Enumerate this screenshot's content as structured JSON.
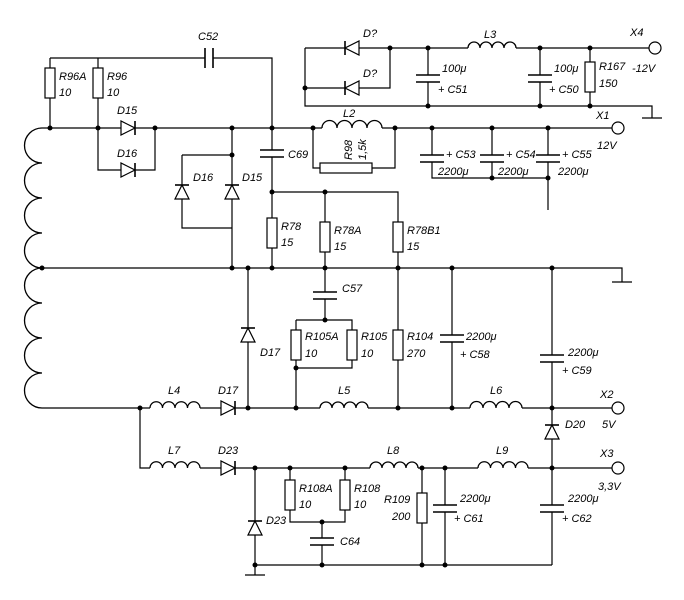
{
  "labels": {
    "c52": "C52",
    "r96a": "R96A",
    "r96a_value": "10",
    "r96": "R96",
    "r96_value": "10",
    "d15_upper": "D15",
    "d16_upper": "D16",
    "d16_bridge": "D16",
    "d15_bridge": "D15",
    "c69": "C69",
    "r98": "R98",
    "r98_value": "1,5k",
    "l2": "L2",
    "d_top": "D?",
    "d_bottom": "D?",
    "l3": "L3",
    "c51_value": "100μ",
    "c51": "+ C51",
    "c50_value": "100μ",
    "c50": "+ C50",
    "r167": "R167",
    "r167_value": "150",
    "x4": "X4",
    "x4_voltage": "-12V",
    "x1": "X1",
    "v12": "12V",
    "c53": "+ C53",
    "c53_value": "2200μ",
    "c54": "+ C54",
    "c54_value": "2200μ",
    "c55": "+ C55",
    "c55_value": "2200μ",
    "r78": "R78",
    "r78_value": "15",
    "r78a": "R78A",
    "r78a_value": "15",
    "r78b1": "R78B1",
    "r78b1_value": "15",
    "c57": "C57",
    "r105a": "R105A",
    "r105a_value": "10",
    "r105": "R105",
    "r105_value": "10",
    "d17_vertical": "D17",
    "r104": "R104",
    "r104_value": "270",
    "c58_value": "2200μ",
    "c58": "+ C58",
    "c59_value": "2200μ",
    "c59": "+ C59",
    "l4": "L4",
    "d17_horizontal": "D17",
    "l5": "L5",
    "l6": "L6",
    "x2": "X2",
    "x2_voltage": "5V",
    "d20": "D20",
    "l7": "L7",
    "d23_horizontal": "D23",
    "l8": "L8",
    "l9": "L9",
    "x3": "X3",
    "x3_voltage": "3,3V",
    "r108a": "R108A",
    "r108a_value": "10",
    "r108": "R108",
    "r108_value": "10",
    "d23_vertical": "D23",
    "c64": "C64",
    "r109": "R109",
    "r109_value": "200",
    "c61_value": "2200μ",
    "c61": "+ C61",
    "c62_value": "2200μ",
    "c62": "+ C62"
  }
}
